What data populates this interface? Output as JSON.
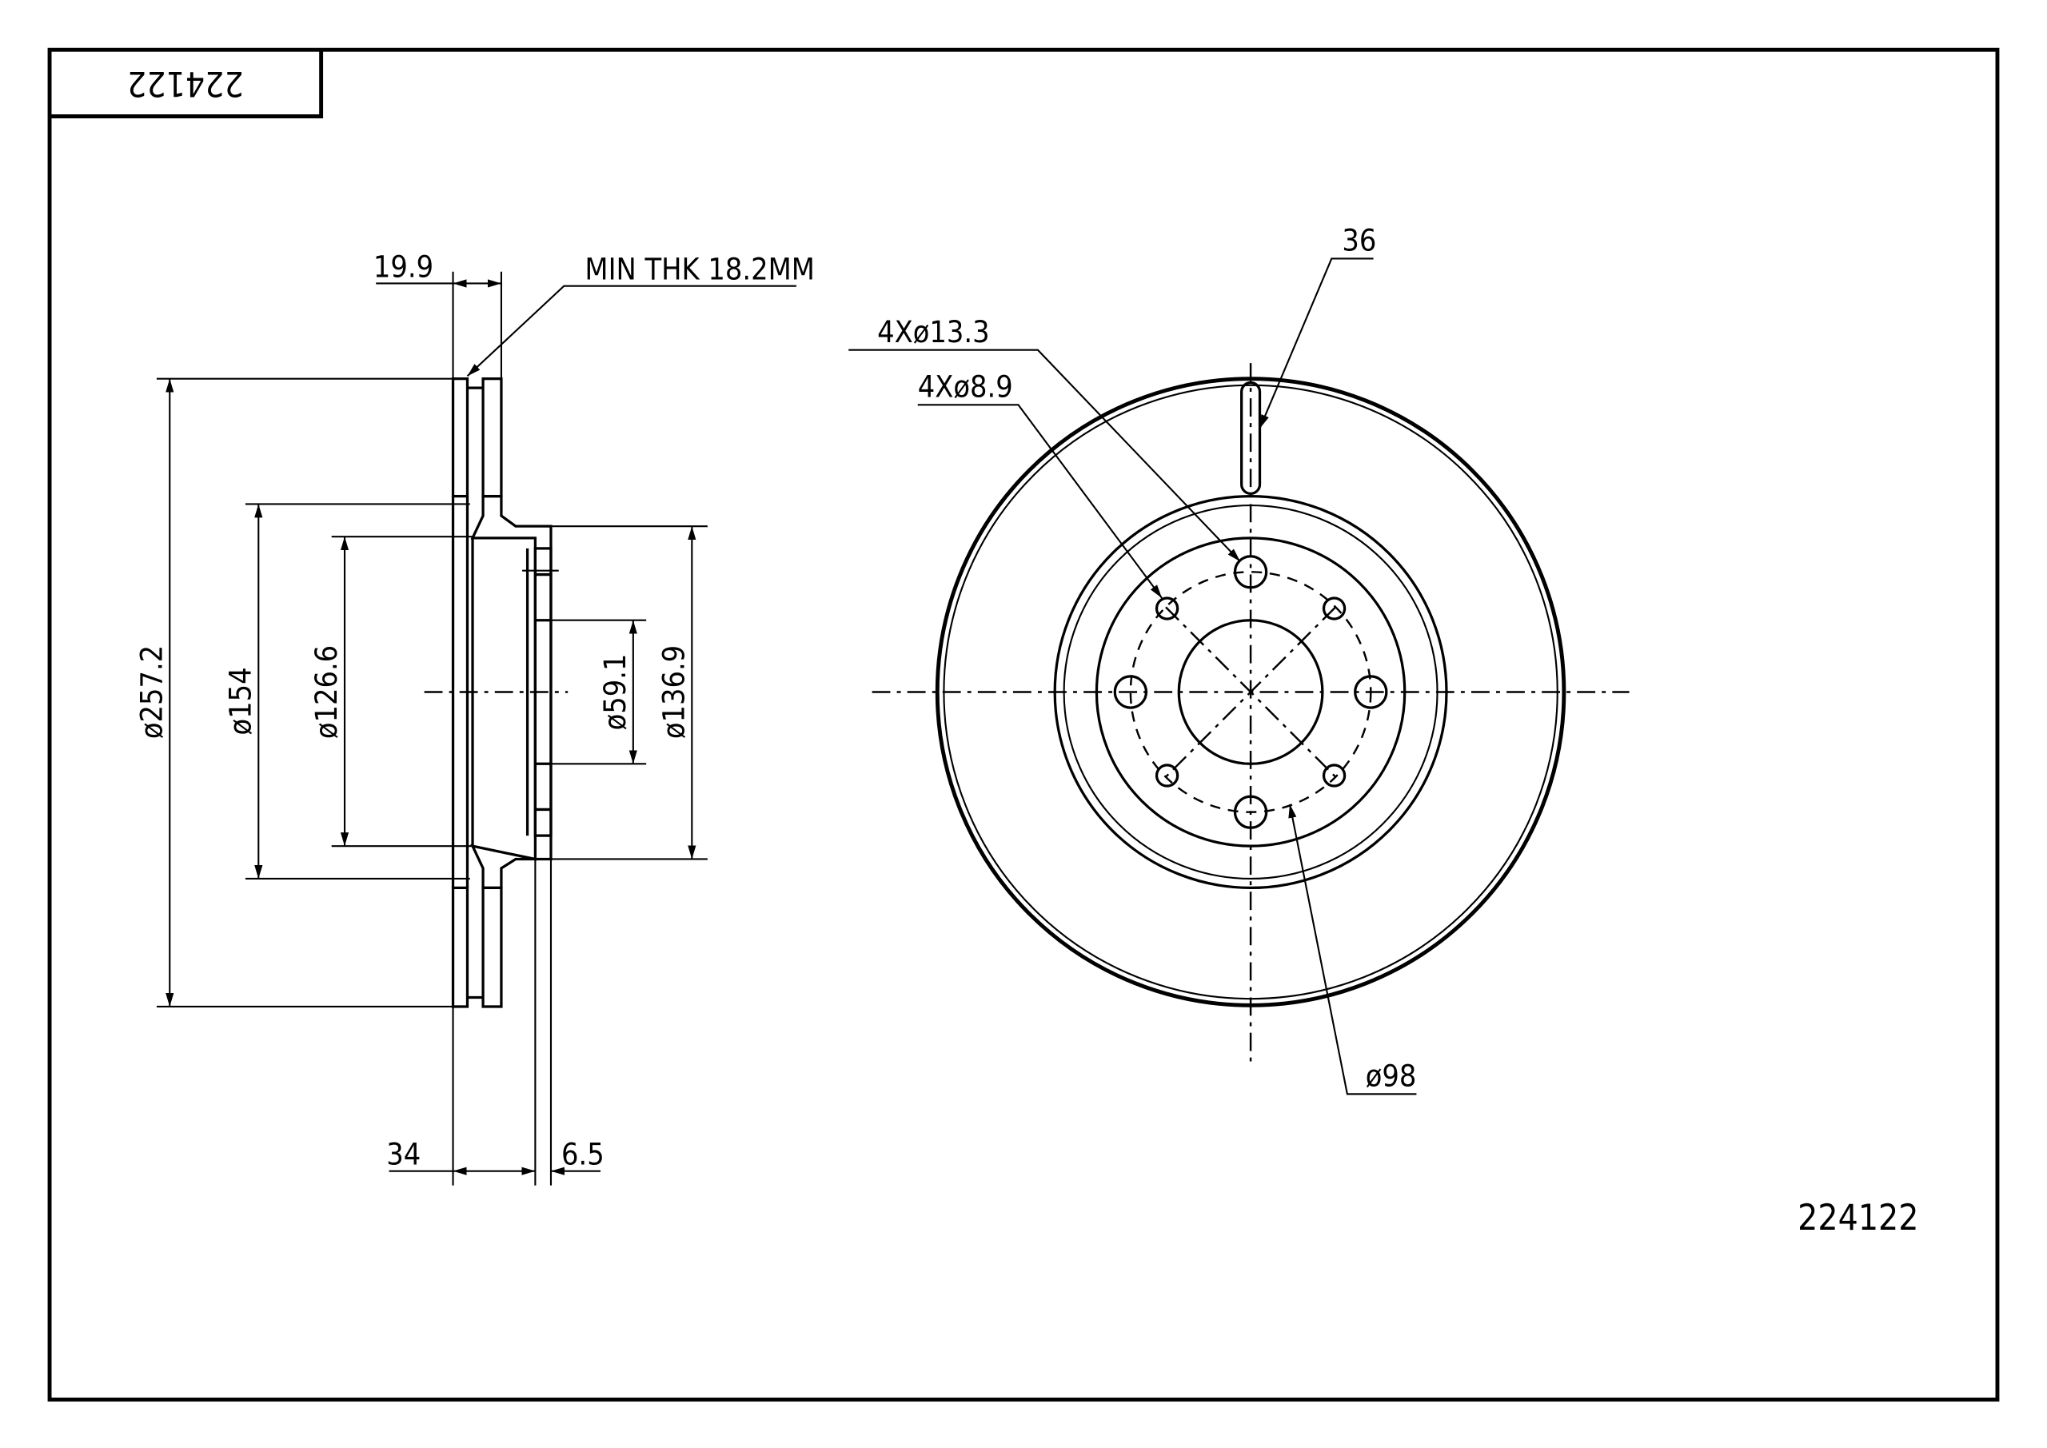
{
  "title_block": {
    "part_number_rotated": "224122"
  },
  "part_number": "224122",
  "section_view": {
    "dims": {
      "thickness": "19.9",
      "min_thickness": "MIN THK 18.2MM",
      "outer_diameter": "ø257.2",
      "d154": "ø154",
      "d126": "ø126.6",
      "center_bore": "ø59.1",
      "hub_diameter": "ø136.9",
      "height": "34",
      "hub_thickness": "6.5"
    }
  },
  "front_view": {
    "dims": {
      "slot": "36",
      "bolt_holes": "4Xø13.3",
      "small_holes": "4Xø8.9",
      "bolt_circle": "ø98"
    }
  }
}
